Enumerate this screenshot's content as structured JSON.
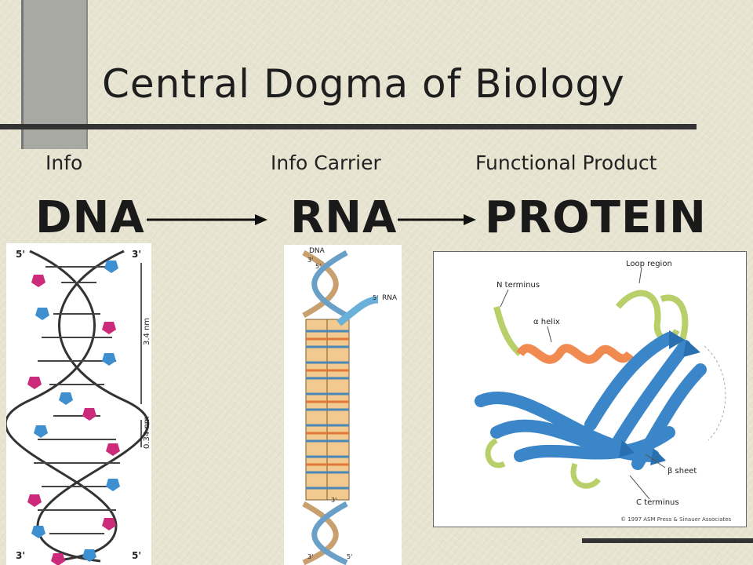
{
  "slide": {
    "title": "Central Dogma of Biology",
    "labels": [
      "Info",
      "Info Carrier",
      "Functional Product"
    ],
    "terms": [
      "DNA",
      "RNA",
      "PROTEIN"
    ]
  },
  "dna_figure": {
    "end_labels": [
      "5'",
      "3'",
      "3'",
      "5'"
    ],
    "pitch_label": "3.4 nm",
    "rise_label": "0.34 nm"
  },
  "rna_figure": {
    "dna_label": "DNA",
    "rna_label": "RNA",
    "end_labels": [
      "3'",
      "5'",
      "5'",
      "3'",
      "3'",
      "5'"
    ]
  },
  "protein_figure": {
    "annotations": [
      "N terminus",
      "Loop region",
      "α helix",
      "β sheet",
      "C terminus"
    ],
    "credit": "© 1997 ASM Press & Sinauer Associates"
  }
}
